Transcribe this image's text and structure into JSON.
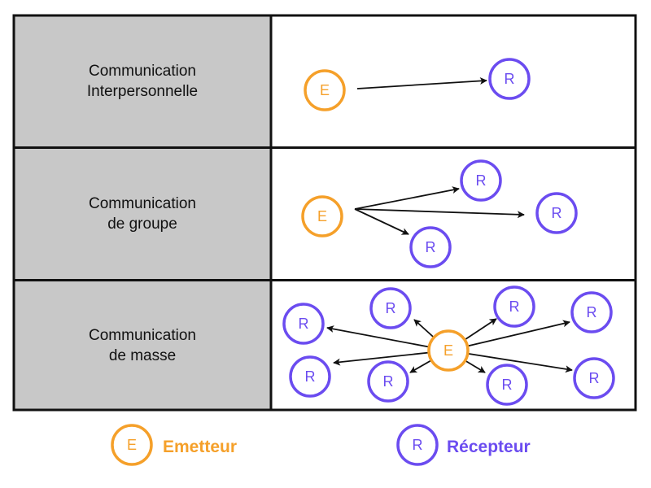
{
  "rows": [
    {
      "title_line1": "Communication",
      "title_line2": "Interpersonnelle"
    },
    {
      "title_line1": "Communication",
      "title_line2": "de groupe"
    },
    {
      "title_line1": "Communication",
      "title_line2": "de masse"
    }
  ],
  "node_letters": {
    "emitter": "E",
    "receiver": "R"
  },
  "legend": {
    "emitter_letter": "E",
    "emitter_label": "Emetteur",
    "receiver_letter": "R",
    "receiver_label": "Récepteur"
  },
  "colors": {
    "emitter": "#f5a02a",
    "receiver": "#6b4cf0",
    "label_cell_bg": "#c8c8c8",
    "border": "#111111",
    "arrow": "#111111"
  }
}
